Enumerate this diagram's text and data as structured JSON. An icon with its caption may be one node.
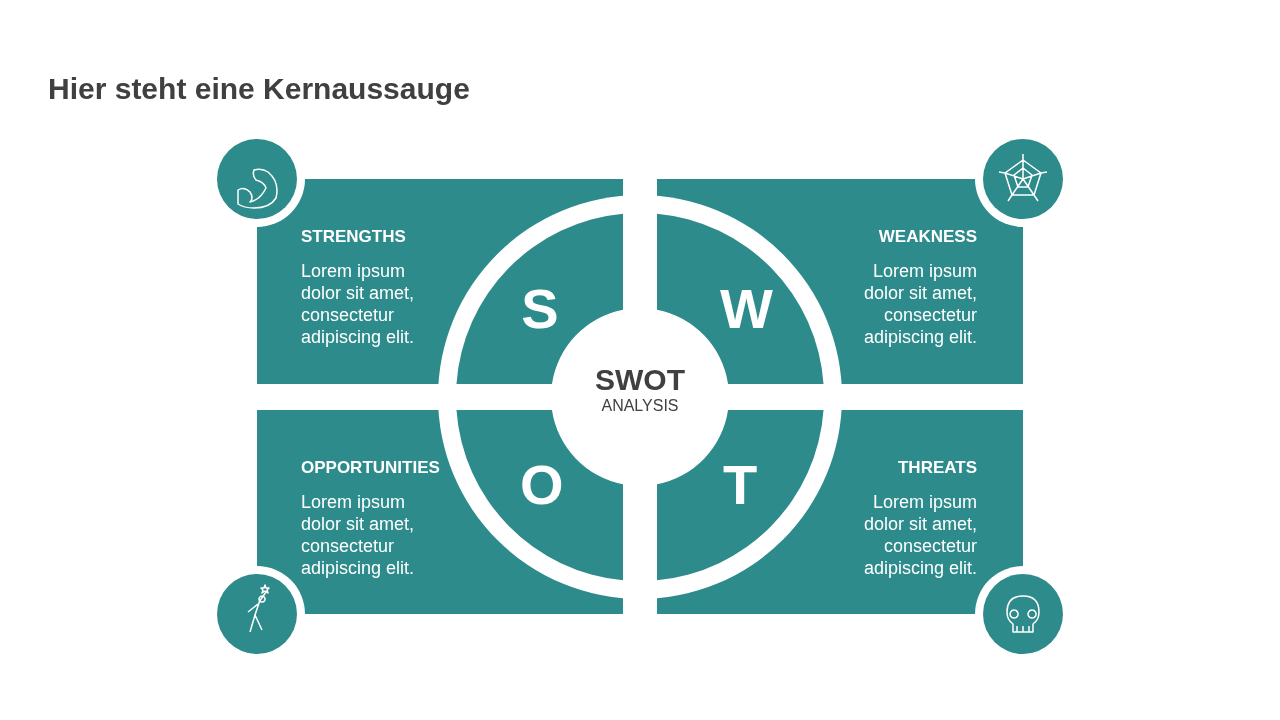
{
  "diagram": {
    "title": "Hier steht eine Kernaussauge",
    "nodes": [
      {
        "text": [
          "STRENGTHS",
          "Lorem ipsum dolor sit amet, consectetur adipiscing elit."
        ]
      },
      {
        "text": [
          "S"
        ],
        "in": 0
      },
      {
        "text": [
          "W"
        ],
        "in": 3
      },
      {
        "text": [
          "WEAKNESS",
          "Lorem ipsum dolor sit amet, consectetur adipiscing elit."
        ]
      },
      {
        "text": [
          "SWOT",
          "ANALYSIS"
        ]
      },
      {
        "text": [
          "OPPORTUNITIES",
          "Lorem ipsum dolor sit amet, consectetur adipiscing elit."
        ]
      },
      {
        "text": [
          "O"
        ],
        "in": 5
      },
      {
        "text": [
          "T"
        ],
        "in": 8
      },
      {
        "text": [
          "THREATS",
          "Lorem ipsum dolor sit amet, consectetur adipiscing elit."
        ]
      }
    ],
    "edges": []
  }
}
